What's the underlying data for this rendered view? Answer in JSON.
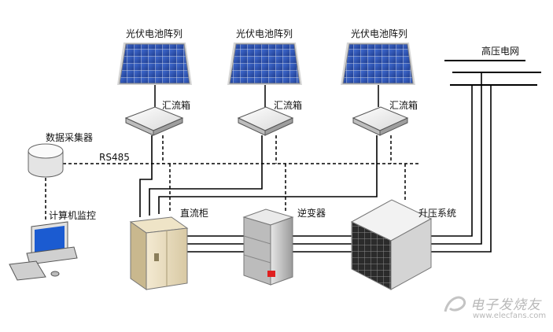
{
  "labels": {
    "pv_array_1": "光伏电池阵列",
    "pv_array_2": "光伏电池阵列",
    "pv_array_3": "光伏电池阵列",
    "combiner_1": "汇流箱",
    "combiner_2": "汇流箱",
    "combiner_3": "汇流箱",
    "data_collector": "数据采集器",
    "rs485": "RS485",
    "computer_monitor": "计算机监控",
    "dc_cabinet": "直流柜",
    "inverter": "逆变器",
    "step_up_system": "升压系统",
    "hv_grid": "高压电网"
  },
  "watermark": {
    "brand": "电子发烧友",
    "url": "www.elecfans.com"
  },
  "icons": [
    "solar-panel-icon",
    "combiner-box-icon",
    "database-icon",
    "computer-icon",
    "cabinet-icon",
    "inverter-icon",
    "transformer-icon",
    "power-line-icon"
  ],
  "colors": {
    "panel_cell": "#2a4fa8",
    "panel_grid": "#c9d6f2",
    "line": "#000000",
    "inverter_indicator": "#e02020"
  }
}
